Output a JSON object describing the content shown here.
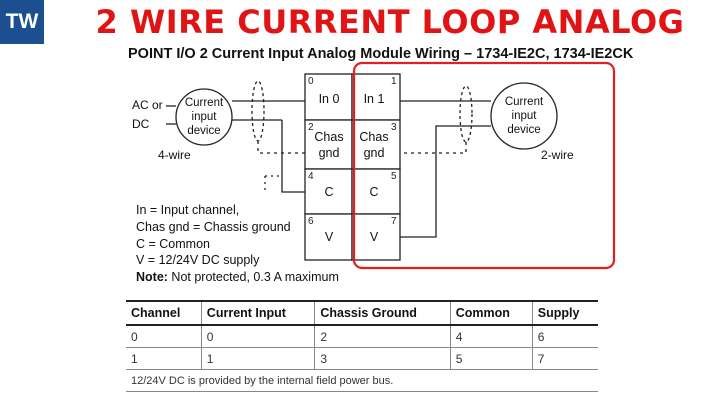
{
  "logo": {
    "text": "TW"
  },
  "headline": "2 WIRE CURRENT LOOP ANALOG",
  "subtitle": "POINT I/O 2 Current Input Analog Module Wiring – 1734-IE2C, 1734-IE2CK",
  "left_device": {
    "source_label_1": "AC or",
    "source_label_2": "DC",
    "device_line_1": "Current",
    "device_line_2": "input",
    "device_line_3": "device",
    "type_label": "4-wire"
  },
  "right_device": {
    "device_line_1": "Current",
    "device_line_2": "input",
    "device_line_3": "device",
    "type_label": "2-wire"
  },
  "terminals": {
    "left": [
      {
        "num": "0",
        "label": "In 0"
      },
      {
        "num": "2",
        "label_1": "Chas",
        "label_2": "gnd"
      },
      {
        "num": "4",
        "label": "C"
      },
      {
        "num": "6",
        "label": "V"
      }
    ],
    "right": [
      {
        "num": "1",
        "label": "In 1"
      },
      {
        "num": "3",
        "label_1": "Chas",
        "label_2": "gnd"
      },
      {
        "num": "5",
        "label": "C"
      },
      {
        "num": "7",
        "label": "V"
      }
    ]
  },
  "legend": {
    "line_1": "In = Input channel,",
    "line_2": "Chas gnd = Chassis ground",
    "line_3": "C = Common",
    "line_4": "V = 12/24V DC supply",
    "note_label": "Note:",
    "note_text": " Not protected, 0.3 A maximum"
  },
  "table": {
    "headers": [
      "Channel",
      "Current Input",
      "Chassis Ground",
      "Common",
      "Supply"
    ],
    "rows": [
      [
        "0",
        "0",
        "2",
        "4",
        "6"
      ],
      [
        "1",
        "1",
        "3",
        "5",
        "7"
      ]
    ],
    "footnote": "12/24V DC is provided by the internal field power bus."
  },
  "colors": {
    "headline": "#e01414",
    "logo_bg": "#1b4f8f",
    "highlight": "#e02020"
  }
}
